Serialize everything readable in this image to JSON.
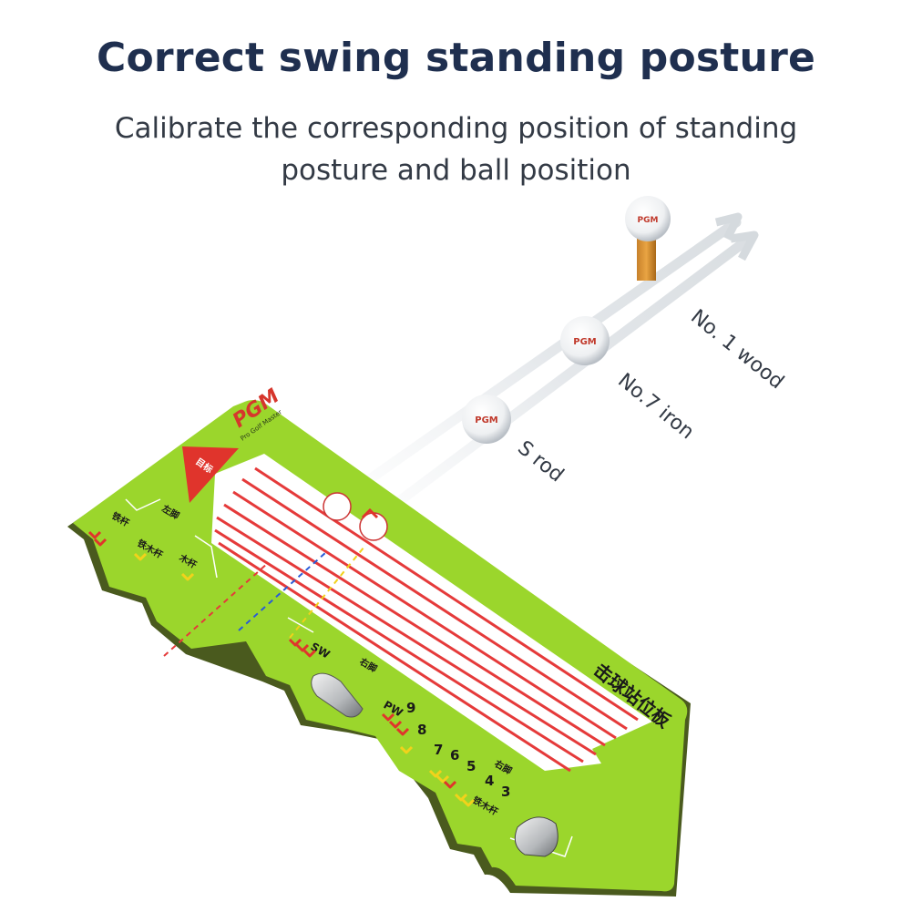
{
  "heading": {
    "title": "Correct swing standing posture",
    "subtitle_line1": "Calibrate the corresponding position of standing",
    "subtitle_line2": "posture and ball position"
  },
  "club_labels": {
    "wood": "No. 1 wood",
    "iron": "No.7 iron",
    "s_rod": "S rod"
  },
  "mat": {
    "brand": "PGM",
    "brand_tagline": "Pro Golf Master",
    "target_label": "目标",
    "side_title": "击球站位板",
    "left_foot_top": "左脚",
    "right_foot_top": "右脚",
    "iron_top": "铁杆",
    "wood_iron": "铁木杆",
    "wood": "木杆",
    "sw": "SW",
    "pw": "PW",
    "numbers": [
      "9",
      "8",
      "7",
      "6",
      "5",
      "4",
      "3"
    ],
    "right_foot_bottom": "右脚",
    "wood_iron_bottom": "铁木杆",
    "ball_text": "PGM"
  },
  "colors": {
    "mat_green": "#9bd62c",
    "line_red": "#e53a3a",
    "chevron_red": "#e0342c",
    "chevron_yellow": "#f2d21b",
    "title_navy": "#1f2f4f"
  }
}
